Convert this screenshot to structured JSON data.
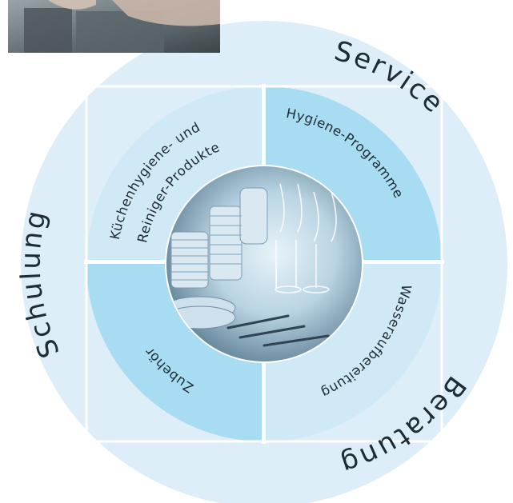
{
  "outer_ring": {
    "top_right": "Service",
    "left": "Schulung",
    "bottom": "Beratung"
  },
  "segments": {
    "top_left_line1": "Küchenhygiene- und",
    "top_left_line2": "Reiniger-Produkte",
    "top_right": "Hygiene-Programme",
    "bottom_right": "Wasseraufbereitung",
    "bottom_left": "Zubehör"
  },
  "colors": {
    "outer_ring": "#ddeef8",
    "segment_light": "#cfe9f7",
    "segment_dark": "#a8dcf3",
    "divider": "#ffffff",
    "text": "#1d2b33"
  }
}
